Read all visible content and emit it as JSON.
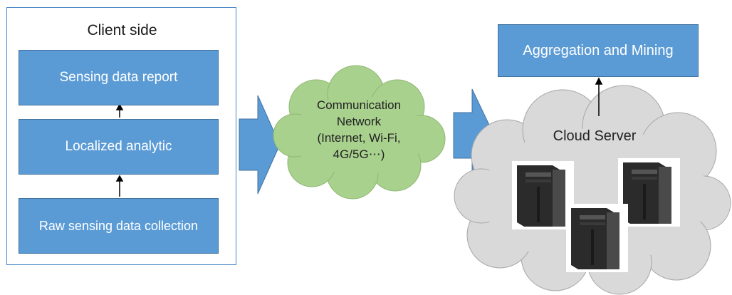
{
  "client": {
    "title": "Client side",
    "boxes": {
      "report": "Sensing data report",
      "analytic": "Localized analytic",
      "collection": "Raw sensing data collection"
    }
  },
  "network": {
    "lines": [
      "Communication",
      "Network",
      "(Internet, Wi-Fi,",
      "4G/5G⋯)"
    ]
  },
  "server": {
    "title": "Cloud Server",
    "aggregation": "Aggregation and Mining"
  },
  "colors": {
    "box_fill": "#5b9bd5",
    "box_border": "#41719c",
    "arrow_fill": "#5b9bd5",
    "network_cloud": "#a9d18e",
    "server_cloud": "#d9d9d9"
  }
}
